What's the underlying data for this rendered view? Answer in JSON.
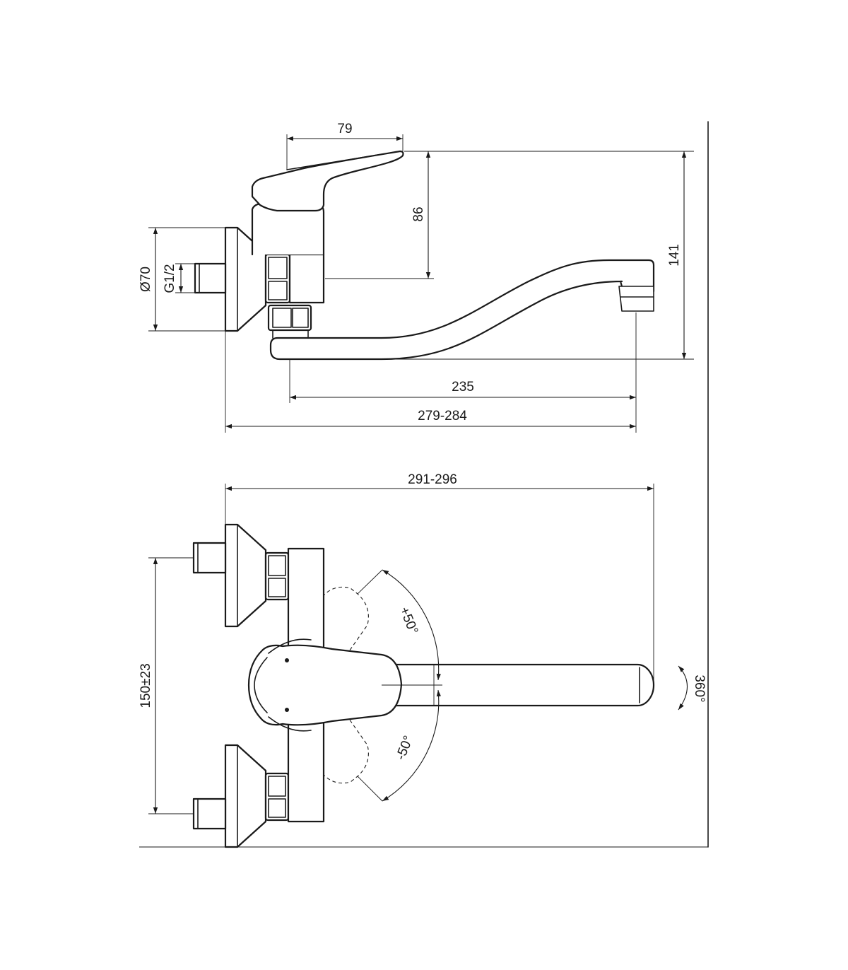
{
  "dimensions": {
    "handle_reach": "79",
    "handle_height": "86",
    "total_height": "141",
    "rosette_diameter": "Ø70",
    "thread": "G1/2",
    "spout_reach": "235",
    "projection_range": "279-284",
    "overall_length": "291-296",
    "centres": "150±23",
    "swivel_angle": "360°",
    "lever_plus": "+50°",
    "lever_minus": "-50°"
  }
}
